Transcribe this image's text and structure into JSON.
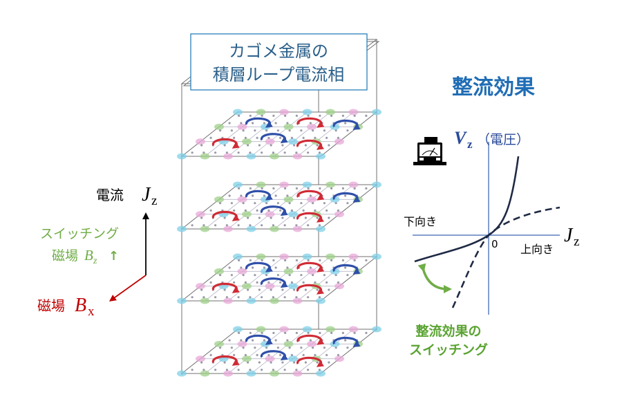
{
  "title_box": {
    "line1": "カゴメ金属の",
    "line2": "積層ループ電流相"
  },
  "heading": "整流効果",
  "current_axis": {
    "label": "電流",
    "symbol": "J",
    "subscript": "z"
  },
  "switching_field": {
    "label1": "スイッチング",
    "label2": "磁場",
    "symbol": "B",
    "subscript": "z",
    "arrow": "↑"
  },
  "field_axis": {
    "label": "磁場",
    "symbol": "B",
    "subscript": "x"
  },
  "graph": {
    "v_symbol": "V",
    "v_subscript": "z",
    "v_note": "（電圧）",
    "j_symbol": "J",
    "j_subscript": "z",
    "origin": "0",
    "down_label": "下向き",
    "up_label": "上向き",
    "caption1": "整流効果の",
    "caption2": "スイッチング"
  },
  "colors": {
    "heading": "#1f6db5",
    "title_border": "#2a80b9",
    "title_text": "#2a5f8a",
    "switch_green": "#70ad47",
    "caption_green": "#5aa332",
    "field_red": "#c00000",
    "curve": "#1f2a44",
    "axis_blue": "#5b7fbf",
    "loop_blue": "#2f4fa8",
    "loop_red": "#d02b35"
  }
}
